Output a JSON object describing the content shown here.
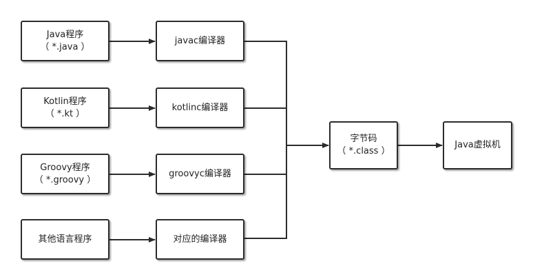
{
  "colors": {
    "stroke": "#2b2b2b",
    "fill": "#ffffff",
    "text": "#222222"
  },
  "diagram": {
    "sources": [
      {
        "name": "Java程序",
        "ext": "（ *.java ）"
      },
      {
        "name": "Kotlin程序",
        "ext": "（ *.kt ）"
      },
      {
        "name": "Groovy程序",
        "ext": "（ *.groovy ）"
      },
      {
        "name": "其他语言程序"
      }
    ],
    "compilers": [
      {
        "label": "javac编译器"
      },
      {
        "label": "kotlinc编译器"
      },
      {
        "label": "groovyc编译器"
      },
      {
        "label": "对应的编译器"
      }
    ],
    "bytecode": {
      "name": "字节码",
      "ext": "（ *.class ）"
    },
    "jvm": {
      "label": "Java虚拟机"
    }
  }
}
